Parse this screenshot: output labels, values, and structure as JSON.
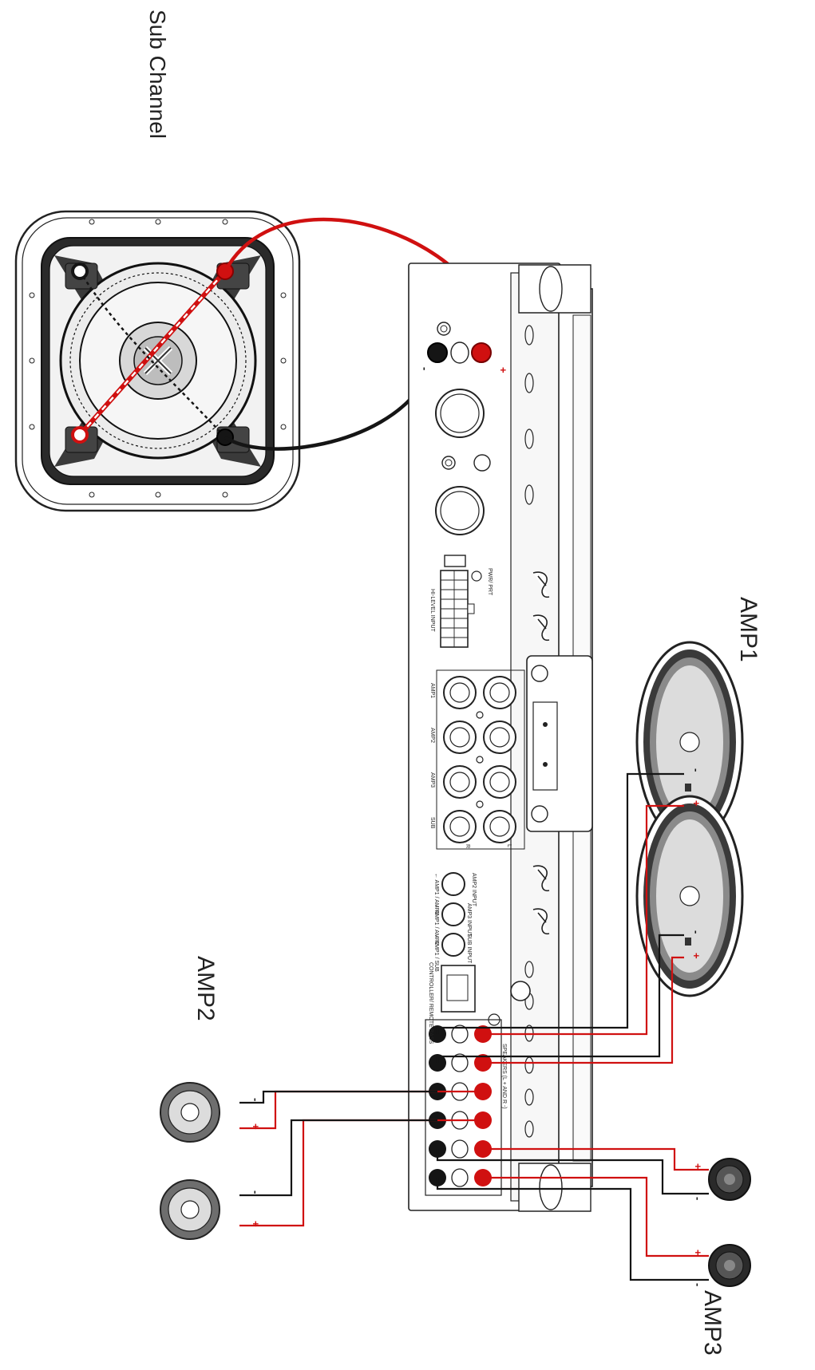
{
  "labels": {
    "sub_channel": "Sub Channel",
    "amp1": "AMP1",
    "amp2": "AMP2",
    "amp3": "AMP3"
  },
  "polarity": {
    "pos": "+",
    "neg": "-"
  },
  "amplifier": {
    "power_port": "PWR/ PRT",
    "hi_level_input": "HI-LEVEL INPUT",
    "rca_row_labels": [
      "AMP1",
      "AMP2",
      "AMP3",
      "SUB"
    ],
    "rca_side_labels": [
      "L",
      "R"
    ],
    "input_labels": [
      "AMP2 INPUT",
      "AMP3 INPUT",
      "SUB INPUT"
    ],
    "input_sublabels": [
      "← AMP1 / AMP3",
      "← AMP1 / AMP2",
      "← AMP1 / SUB"
    ],
    "controller_label": "CONTROLLER/ REMOTE BASS",
    "speaker_terminal_label": "SPEAKERS (L + AND R -)"
  },
  "colors": {
    "positive_wire": "#d01010",
    "negative_wire": "#151515",
    "outline": "#222222"
  }
}
